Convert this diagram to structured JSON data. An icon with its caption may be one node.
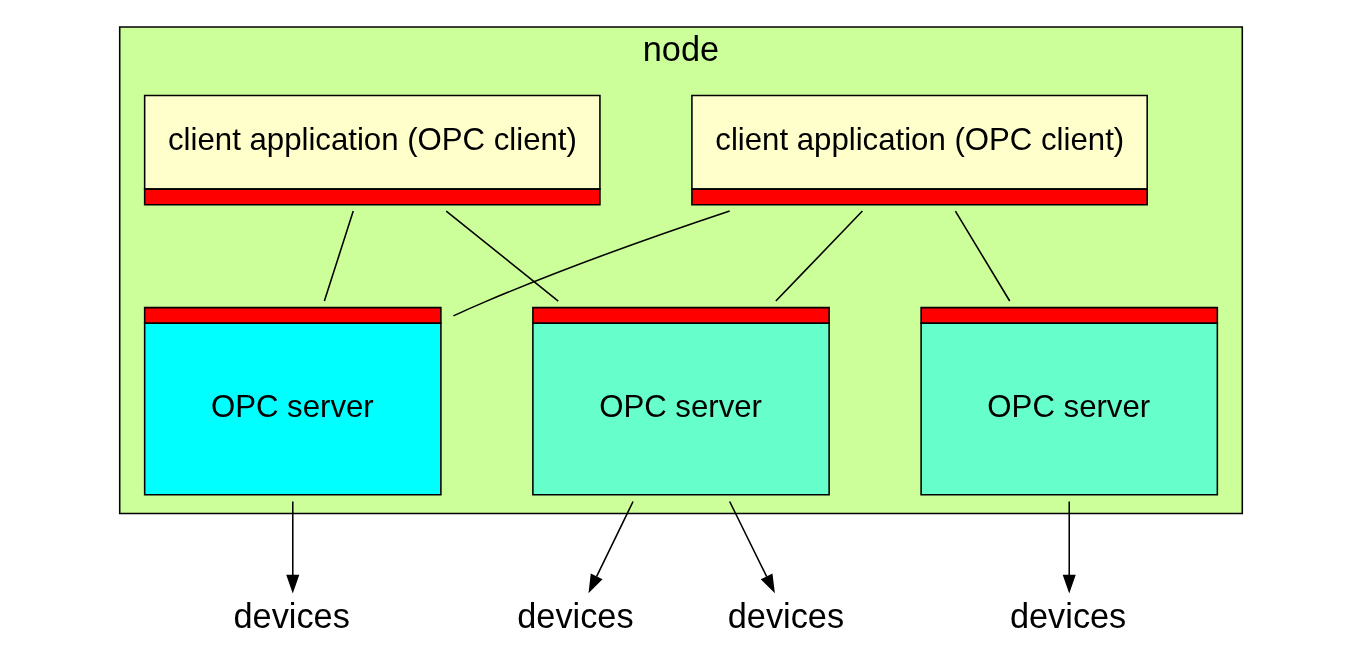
{
  "diagram": {
    "nodes": [
      {
        "text": [
          "node"
        ]
      },
      {
        "text": [
          "client application (OPC client)"
        ],
        "in": 0
      },
      {
        "text": [
          "client application (OPC client)"
        ],
        "in": 0
      },
      {
        "text": [
          "OPC server"
        ],
        "in": 0
      },
      {
        "text": [
          "OPC server"
        ],
        "in": 0
      },
      {
        "text": [
          "OPC server"
        ],
        "in": 0
      },
      {
        "text": [
          "devices"
        ]
      },
      {
        "text": [
          "devices"
        ]
      },
      {
        "text": [
          "devices"
        ]
      },
      {
        "text": [
          "devices"
        ]
      }
    ],
    "edges": [
      {
        "from": 1,
        "to": 3,
        "arrow": "none"
      },
      {
        "from": 1,
        "to": 4,
        "arrow": "none"
      },
      {
        "from": 2,
        "to": 3,
        "arrow": "none"
      },
      {
        "from": 2,
        "to": 4,
        "arrow": "none"
      },
      {
        "from": 2,
        "to": 5,
        "arrow": "none"
      },
      {
        "from": 3,
        "to": 6,
        "arrow": "to"
      },
      {
        "from": 4,
        "to": 7,
        "arrow": "to"
      },
      {
        "from": 4,
        "to": 8,
        "arrow": "to"
      },
      {
        "from": 5,
        "to": 9,
        "arrow": "to"
      }
    ]
  }
}
